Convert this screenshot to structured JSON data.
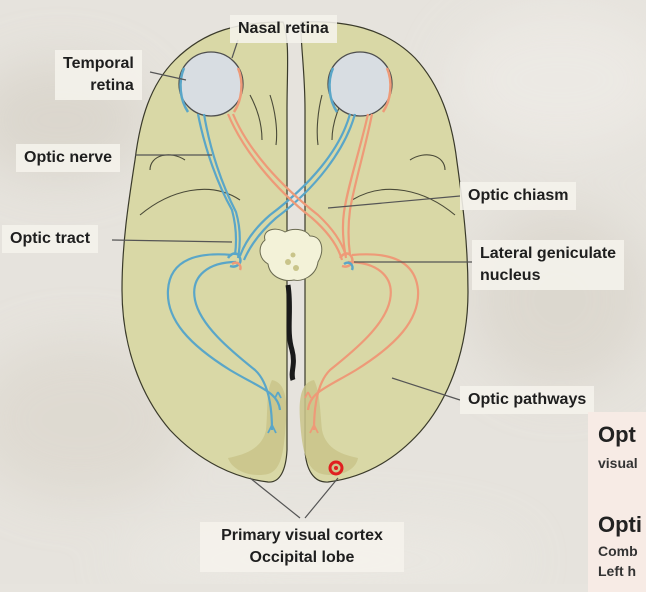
{
  "labels": {
    "nasal_retina": "Nasal retina",
    "temporal_retina": [
      "Temporal",
      "retina"
    ],
    "optic_nerve": "Optic nerve",
    "optic_chiasm": "Optic chiasm",
    "optic_tract": "Optic tract",
    "lgn": [
      "Lateral geniculate",
      "nucleus"
    ],
    "optic_pathways": "Optic pathways",
    "cortex": [
      "Primary visual cortex",
      "Occipital lobe"
    ]
  },
  "side_panel": {
    "heading1": "Opt",
    "sub1": "visual",
    "heading2": "Opti",
    "sub2a": "Comb",
    "sub2b": "Left h"
  },
  "colors": {
    "brain": "#d9d8a6",
    "brain_outline": "#3a3a2a",
    "left_pathway": "#5aa6c8",
    "right_pathway": "#ee9a78",
    "cortex_region": "#c9c48a",
    "marker": "#e02020"
  }
}
